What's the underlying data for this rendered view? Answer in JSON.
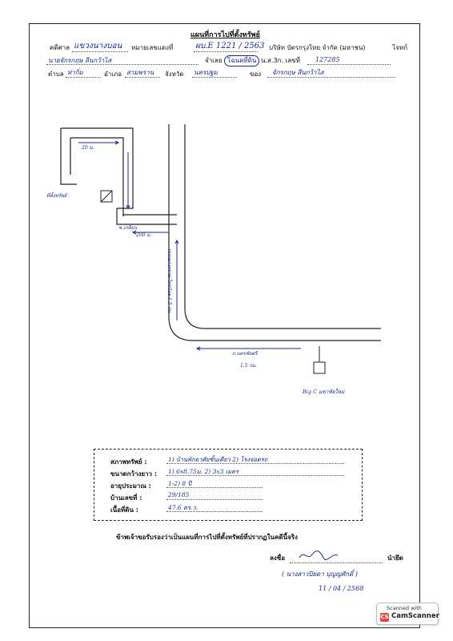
{
  "header": {
    "title": "แผนที่การไปที่ตั้งทรัพย์",
    "court_label": "คดีศาล",
    "court_value": "แขวงนางบอน",
    "case_no_label": "หมายเลขแดงที่",
    "case_no_value": "ผบ.E 1221 / 2563",
    "plaintiff": "บริษัท บัตรกรุงไทย จำกัด (มหาชน)",
    "plaintiff_role": "โจทก์",
    "defendant_value": "นายจักรกฤษ ลีนกว้าไส",
    "defendant_role": "จำเลย",
    "deed_circled": "โฉนดที่ดิน",
    "deed_alt": "น.ส.3ก. เลขที่",
    "deed_number": "127285",
    "subdistrict_label": "ตำบล",
    "subdistrict_value": "ท่ากิ่ม",
    "district_label": "อำเภอ",
    "district_value": "สามพราน",
    "province_label": "จังหวัด",
    "province_value": "นครปฐม",
    "owner_label": "ของ",
    "owner_value": "จักรกฤษ ลีนกว้าไส"
  },
  "map": {
    "label_20m": "20 ม.",
    "label_200m": "200 ม.",
    "label_soi": "ซ.เกษียน",
    "house_label": "ที่ตั้งทรัพย์",
    "label_road_vertical": "ถนนบางกรวย-ไทรน้อย 1.5 กม.",
    "label_road_bottom": "ถ.นครชัยศรี",
    "label_1_5km": "1.5 กม.",
    "bigc_label": "Big C มหาชัยใหม่"
  },
  "info": {
    "type_label": "สภาพทรัพย์ :",
    "type_value": "1) บ้านพักอาศัยชั้นเดียว  2) โรงจอดรถ",
    "size_label": "ขนาดกว้างยาว :",
    "size_value": "1) 6x8.75ม.  2) 3x3 เมตร",
    "age_label": "อายุประมาณ :",
    "age_value": "1-2) 8 ปี",
    "house_no_label": "บ้านเลขที่ :",
    "house_no_value": "29/185",
    "area_label": "เนื้อที่ดิน :",
    "area_value": "47.6 ตร.ว."
  },
  "certification": {
    "statement": "ข้าพเจ้าขอรับรองว่าเป็นแผนที่การไปที่ตั้งทรัพย์ที่ปรากฏในคดีนี้จริง",
    "sign_label": "ลงชื่อ",
    "role": "นำยึด",
    "name": "( นางสาวปิยดา บุญญศักดิ์ )",
    "date": "11 / 04 / 2568"
  },
  "camscanner": {
    "top_text": "Scanned with",
    "brand": "CamScanner",
    "icon_letter": "CS"
  }
}
